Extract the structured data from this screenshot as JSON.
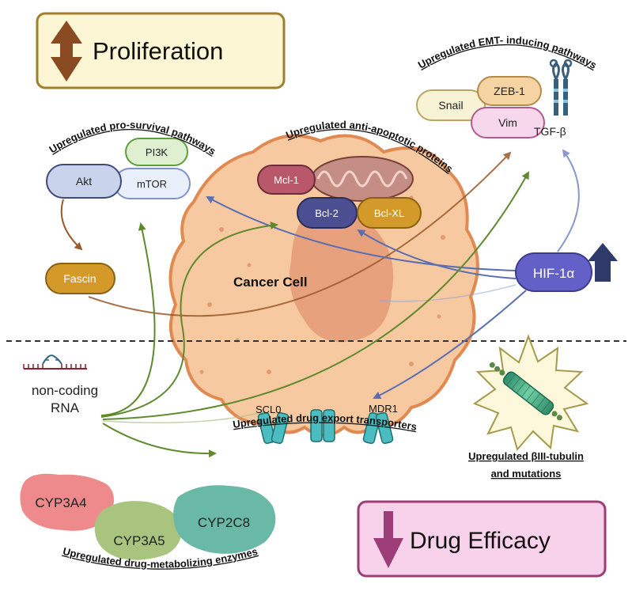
{
  "proliferation": {
    "label": "Proliferation"
  },
  "drug_efficacy": {
    "label": "Drug Efficacy"
  },
  "pathways": {
    "pro_survival": "Upregulated pro-survival pathways",
    "anti_apoptotic": "Upregulated anti-apoptotic proteins",
    "emt": "Upregulated EMT- inducing pathways",
    "drug_export": "Upregulated drug export transporters",
    "tubulin_line1": "Upregulated βIII-tubulin",
    "tubulin_line2": "and mutations",
    "metabolizing": "Upregulated drug-metabolizing enzymes"
  },
  "survival_nodes": {
    "akt": "Akt",
    "pi3k": "PI3K",
    "mtor": "mTOR",
    "fascin": "Fascin"
  },
  "apoptotic_nodes": {
    "mcl1": "Mcl-1",
    "bcl2": "Bcl-2",
    "bclxl": "Bcl-XL"
  },
  "emt_nodes": {
    "snail": "Snail",
    "zeb1": "ZEB-1",
    "vim": "Vim",
    "tgfb": "TGF-β"
  },
  "cell": {
    "label": "Cancer Cell"
  },
  "hif": {
    "label": "HIF-1α"
  },
  "ncrna": {
    "line1": "non-coding",
    "line2": "RNA"
  },
  "transporters": {
    "scl0": "SCL0",
    "mdr1": "MDR1"
  },
  "enzymes": {
    "cyp3a4": "CYP3A4",
    "cyp3a5": "CYP3A5",
    "cyp2c8": "CYP2C8"
  },
  "colors": {
    "green_arrow": "#5f8a2e",
    "blue_arrow": "#5a6fb3",
    "brown_arrow": "#9a5a2c",
    "hif_fill": "#6360c8",
    "cell_fill": "#f7c9a0",
    "cell_stroke": "#e08a52"
  }
}
